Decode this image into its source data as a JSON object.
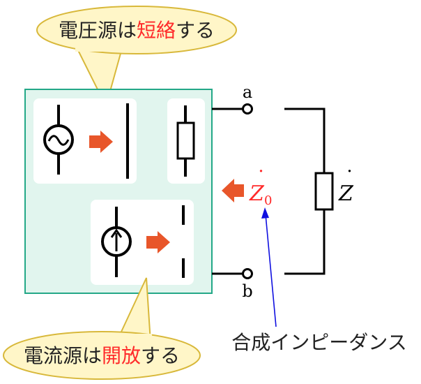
{
  "callouts": {
    "top": {
      "parts": [
        "電圧源は",
        "短絡",
        "する"
      ]
    },
    "bottom": {
      "parts": [
        "電流源は",
        "開放",
        "する"
      ]
    }
  },
  "terminals": {
    "a": "a",
    "b": "b"
  },
  "impedance": {
    "z0_base": "Z",
    "z0_dot": "˙",
    "z0_sub": "0",
    "load_base": "Z",
    "load_dot": "˙"
  },
  "annotation": "合成インピーダンス",
  "colors": {
    "box_fill": "#e1f5ee",
    "box_stroke": "#23a887",
    "callout_fill": "#fff6c8",
    "callout_stroke": "#d8b83a",
    "highlight": "#ff2a2a",
    "arrow_fill": "#e8562a",
    "pointer": "#1010e0"
  },
  "icons": [
    "ac-voltage-source-icon",
    "current-source-icon",
    "resistor-icon",
    "arrow-right-icon",
    "arrow-left-icon"
  ]
}
